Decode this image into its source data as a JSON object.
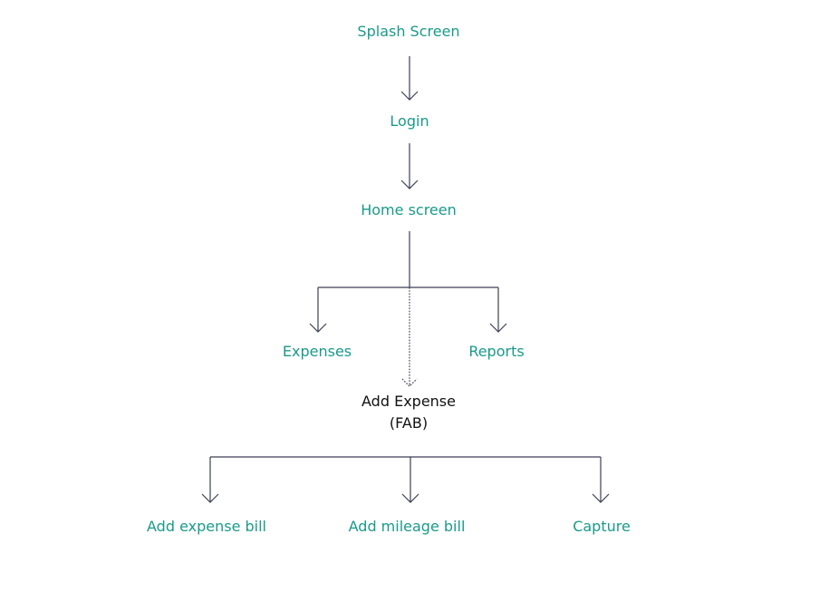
{
  "nodes": {
    "splash": "Splash Screen",
    "login": "Login",
    "home": "Home screen",
    "expenses": "Expenses",
    "reports": "Reports",
    "add_expense_line1": "Add Expense",
    "add_expense_line2": "(FAB)",
    "add_expense_bill": "Add expense bill",
    "add_mileage_bill": "Add mileage bill",
    "capture": "Capture"
  },
  "colors": {
    "node_text": "#1a9a8a",
    "fab_text": "#111111",
    "connector": "#3d3f57"
  }
}
